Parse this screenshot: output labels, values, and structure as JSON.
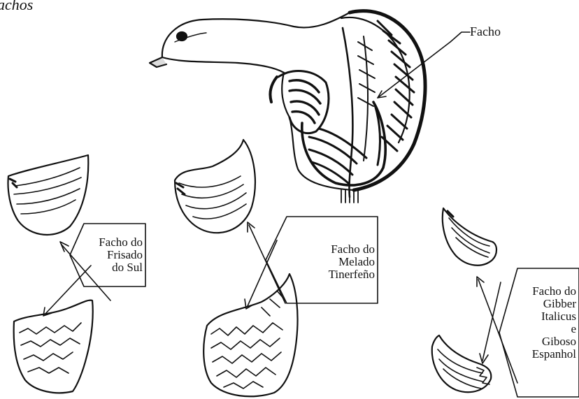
{
  "corner_title": "achos",
  "labels": {
    "facho": "Facho",
    "frisado": [
      "Facho do",
      "Frisado",
      "do Sul"
    ],
    "melado": [
      "Facho do",
      "Melado",
      "Tinerfeño"
    ],
    "gibber": [
      "Facho do",
      "Gibber",
      "Italicus",
      "e",
      "Giboso",
      "Espanhol"
    ]
  }
}
